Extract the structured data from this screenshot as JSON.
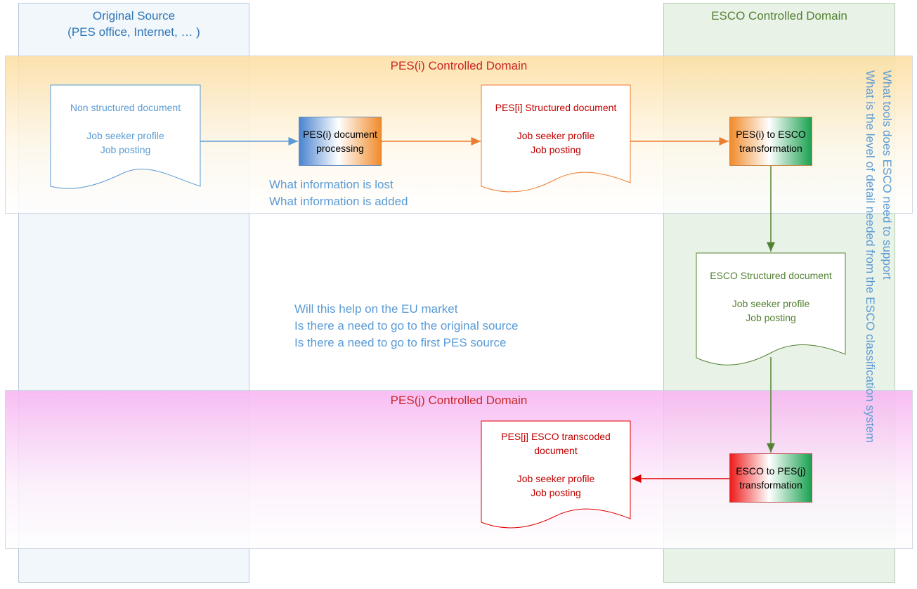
{
  "columns": {
    "source": {
      "title_line1": "Original Source",
      "title_line2": "(PES office, Internet, … )"
    },
    "esco": {
      "title": "ESCO Controlled Domain"
    }
  },
  "bands": {
    "pesi": {
      "title": "PES(i) Controlled Domain"
    },
    "pesj": {
      "title": "PES(j) Controlled Domain"
    }
  },
  "documents": {
    "non_structured": {
      "title": "Non structured document",
      "line1": "Job seeker profile",
      "line2": "Job posting",
      "color": "#5b9bd5"
    },
    "pesi_structured": {
      "title": "PES[i] Structured document",
      "line1": "Job seeker profile",
      "line2": "Job posting",
      "color": "#c00000"
    },
    "esco_structured": {
      "title": "ESCO Structured document",
      "line1": "Job seeker profile",
      "line2": "Job posting",
      "color": "#548235"
    },
    "pesj_transcoded": {
      "title_line1": "PES[j] ESCO transcoded",
      "title_line2": "document",
      "line1": "Job seeker profile",
      "line2": "Job posting",
      "color": "#c00000"
    }
  },
  "processes": {
    "pesi_processing": {
      "line1": "PES(i) document",
      "line2": "processing"
    },
    "pesi_to_esco": {
      "line1": "PES(i) to ESCO",
      "line2": "transformation"
    },
    "esco_to_pesj": {
      "line1": "ESCO to PES(j)",
      "line2": "transformation"
    }
  },
  "notes": {
    "info": [
      "What information is lost",
      "What information is added"
    ],
    "market": [
      "Will this help on the EU market",
      "Is there a need to go to the original source",
      "Is there a need to go to first PES source"
    ],
    "vertical": [
      "What tools does ESCO need to support",
      "What is the level of detail needed from the ESCO classification system"
    ]
  },
  "colors": {
    "blue_arrow": "#5b9bd5",
    "orange_arrow": "#ed7d31",
    "green_arrow": "#548235",
    "red_arrow": "#e00000"
  }
}
